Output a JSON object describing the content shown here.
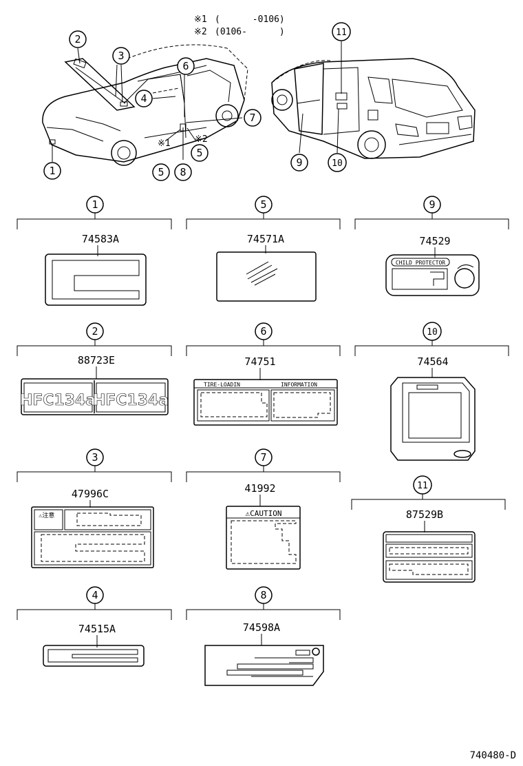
{
  "legend": [
    {
      "mark": "※1",
      "range": "(      -0106)"
    },
    {
      "mark": "※2",
      "range": "(0106-      )"
    }
  ],
  "callouts": [
    "1",
    "2",
    "3",
    "4",
    "5",
    "6",
    "7",
    "8",
    "9",
    "10",
    "11"
  ],
  "variant_marks": {
    "a": "※1",
    "b": "※2"
  },
  "parts": [
    {
      "key": "1",
      "part_no": "74583A"
    },
    {
      "key": "5",
      "part_no": "74571A"
    },
    {
      "key": "9",
      "part_no": "74529",
      "label_text": "CHILD PROTECTOR"
    },
    {
      "key": "2",
      "part_no": "88723E",
      "label_text": "HFC134a"
    },
    {
      "key": "6",
      "part_no": "74751",
      "label_text_left": "TIRE-LOADIN",
      "label_text_right": "INFORMATION"
    },
    {
      "key": "10",
      "part_no": "74564"
    },
    {
      "key": "3",
      "part_no": "47996C",
      "label_text": "⚠注意"
    },
    {
      "key": "7",
      "part_no": "41992",
      "label_text": "⚠CAUTION"
    },
    {
      "key": "11",
      "part_no": "87529B"
    },
    {
      "key": "4",
      "part_no": "74515A"
    },
    {
      "key": "8",
      "part_no": "74598A"
    }
  ],
  "diagram_id": "740480-D"
}
